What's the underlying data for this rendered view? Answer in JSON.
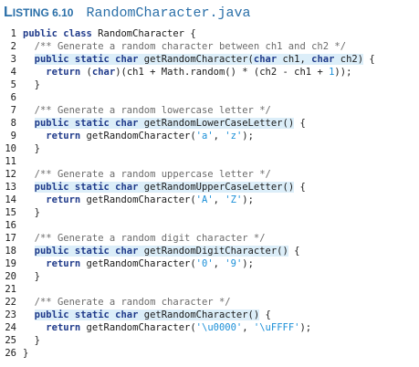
{
  "listing": {
    "label_head": "L",
    "label_rest": "ISTING 6.10",
    "filename": "RandomCharacter.java"
  },
  "code_lines": [
    {
      "num": "1",
      "tokens": [
        {
          "t": "kw",
          "v": "public class"
        },
        {
          "t": "p",
          "v": " RandomCharacter {"
        }
      ]
    },
    {
      "num": "2",
      "tokens": [
        {
          "t": "p",
          "v": "  "
        },
        {
          "t": "cm",
          "v": "/** Generate a random character between ch1 and ch2 */"
        }
      ]
    },
    {
      "num": "3",
      "tokens": [
        {
          "t": "p",
          "v": "  "
        },
        {
          "t": "kw",
          "v": "public static char",
          "hl": true
        },
        {
          "t": "p",
          "v": " getRandomCharacter(",
          "hl": true
        },
        {
          "t": "kw",
          "v": "char",
          "hl": true
        },
        {
          "t": "p",
          "v": " ch1, ",
          "hl": true
        },
        {
          "t": "kw",
          "v": "char",
          "hl": true
        },
        {
          "t": "p",
          "v": " ch2)",
          "hl": true
        },
        {
          "t": "p",
          "v": " {"
        }
      ]
    },
    {
      "num": "4",
      "tokens": [
        {
          "t": "p",
          "v": "    "
        },
        {
          "t": "kw",
          "v": "return"
        },
        {
          "t": "p",
          "v": " ("
        },
        {
          "t": "kw",
          "v": "char"
        },
        {
          "t": "p",
          "v": ")(ch1 + Math.random() * (ch2 - ch1 + "
        },
        {
          "t": "str",
          "v": "1"
        },
        {
          "t": "p",
          "v": "));"
        }
      ]
    },
    {
      "num": "5",
      "tokens": [
        {
          "t": "p",
          "v": "  }"
        }
      ]
    },
    {
      "num": "6",
      "tokens": []
    },
    {
      "num": "7",
      "tokens": [
        {
          "t": "p",
          "v": "  "
        },
        {
          "t": "cm",
          "v": "/** Generate a random lowercase letter */"
        }
      ]
    },
    {
      "num": "8",
      "tokens": [
        {
          "t": "p",
          "v": "  "
        },
        {
          "t": "kw",
          "v": "public static char",
          "hl": true
        },
        {
          "t": "p",
          "v": " getRandomLowerCaseLetter()",
          "hl": true
        },
        {
          "t": "p",
          "v": " {"
        }
      ]
    },
    {
      "num": "9",
      "tokens": [
        {
          "t": "p",
          "v": "    "
        },
        {
          "t": "kw",
          "v": "return"
        },
        {
          "t": "p",
          "v": " getRandomCharacter("
        },
        {
          "t": "str",
          "v": "'a'"
        },
        {
          "t": "p",
          "v": ", "
        },
        {
          "t": "str",
          "v": "'z'"
        },
        {
          "t": "p",
          "v": ");"
        }
      ]
    },
    {
      "num": "10",
      "tokens": [
        {
          "t": "p",
          "v": "  }"
        }
      ]
    },
    {
      "num": "11",
      "tokens": []
    },
    {
      "num": "12",
      "tokens": [
        {
          "t": "p",
          "v": "  "
        },
        {
          "t": "cm",
          "v": "/** Generate a random uppercase letter */"
        }
      ]
    },
    {
      "num": "13",
      "tokens": [
        {
          "t": "p",
          "v": "  "
        },
        {
          "t": "kw",
          "v": "public static char",
          "hl": true
        },
        {
          "t": "p",
          "v": " getRandomUpperCaseLetter()",
          "hl": true
        },
        {
          "t": "p",
          "v": " {"
        }
      ]
    },
    {
      "num": "14",
      "tokens": [
        {
          "t": "p",
          "v": "    "
        },
        {
          "t": "kw",
          "v": "return"
        },
        {
          "t": "p",
          "v": " getRandomCharacter("
        },
        {
          "t": "str",
          "v": "'A'"
        },
        {
          "t": "p",
          "v": ", "
        },
        {
          "t": "str",
          "v": "'Z'"
        },
        {
          "t": "p",
          "v": ");"
        }
      ]
    },
    {
      "num": "15",
      "tokens": [
        {
          "t": "p",
          "v": "  }"
        }
      ]
    },
    {
      "num": "16",
      "tokens": []
    },
    {
      "num": "17",
      "tokens": [
        {
          "t": "p",
          "v": "  "
        },
        {
          "t": "cm",
          "v": "/** Generate a random digit character */"
        }
      ]
    },
    {
      "num": "18",
      "tokens": [
        {
          "t": "p",
          "v": "  "
        },
        {
          "t": "kw",
          "v": "public static char",
          "hl": true
        },
        {
          "t": "p",
          "v": " getRandomDigitCharacter()",
          "hl": true
        },
        {
          "t": "p",
          "v": " {"
        }
      ]
    },
    {
      "num": "19",
      "tokens": [
        {
          "t": "p",
          "v": "    "
        },
        {
          "t": "kw",
          "v": "return"
        },
        {
          "t": "p",
          "v": " getRandomCharacter("
        },
        {
          "t": "str",
          "v": "'0'"
        },
        {
          "t": "p",
          "v": ", "
        },
        {
          "t": "str",
          "v": "'9'"
        },
        {
          "t": "p",
          "v": ");"
        }
      ]
    },
    {
      "num": "20",
      "tokens": [
        {
          "t": "p",
          "v": "  }"
        }
      ]
    },
    {
      "num": "21",
      "tokens": []
    },
    {
      "num": "22",
      "tokens": [
        {
          "t": "p",
          "v": "  "
        },
        {
          "t": "cm",
          "v": "/** Generate a random character */"
        }
      ]
    },
    {
      "num": "23",
      "tokens": [
        {
          "t": "p",
          "v": "  "
        },
        {
          "t": "kw",
          "v": "public static char",
          "hl": true
        },
        {
          "t": "p",
          "v": " getRandomCharacter()",
          "hl": true
        },
        {
          "t": "p",
          "v": " {"
        }
      ]
    },
    {
      "num": "24",
      "tokens": [
        {
          "t": "p",
          "v": "    "
        },
        {
          "t": "kw",
          "v": "return"
        },
        {
          "t": "p",
          "v": " getRandomCharacter("
        },
        {
          "t": "str",
          "v": "'\\u0000'"
        },
        {
          "t": "p",
          "v": ", "
        },
        {
          "t": "str",
          "v": "'\\uFFFF'"
        },
        {
          "t": "p",
          "v": ");"
        }
      ]
    },
    {
      "num": "25",
      "tokens": [
        {
          "t": "p",
          "v": "  }"
        }
      ]
    },
    {
      "num": "26",
      "tokens": [
        {
          "t": "p",
          "v": "}"
        }
      ]
    }
  ]
}
